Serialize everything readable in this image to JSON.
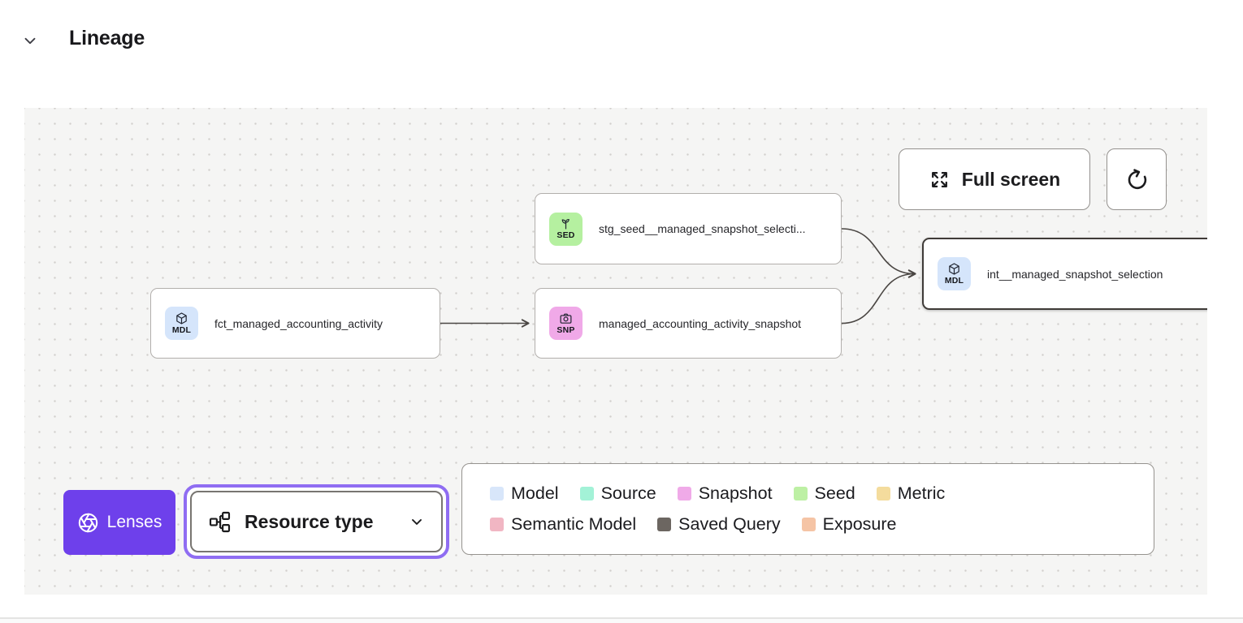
{
  "header": {
    "title": "Lineage"
  },
  "toolbar": {
    "full_screen": "Full screen"
  },
  "nodes": {
    "fct": {
      "badge": "MDL",
      "label": "fct_managed_accounting_activity",
      "color": "#d5e5fb"
    },
    "stg_seed": {
      "badge": "SED",
      "label": "stg_seed__managed_snapshot_selecti...",
      "color": "#b5f0a0"
    },
    "snapshot": {
      "badge": "SNP",
      "label": "managed_accounting_activity_snapshot",
      "color": "#f0a9e8"
    },
    "int": {
      "badge": "MDL",
      "label": "int__managed_snapshot_selection",
      "color": "#d5e5fb"
    }
  },
  "lenses": {
    "label": "Lenses",
    "accent": "#6e40eb"
  },
  "resource_type": {
    "label": "Resource type"
  },
  "legend": {
    "row1": [
      {
        "label": "Model",
        "color": "#d8e6fa"
      },
      {
        "label": "Source",
        "color": "#a3f2d7"
      },
      {
        "label": "Snapshot",
        "color": "#f0aae8"
      },
      {
        "label": "Seed",
        "color": "#bdf0a4"
      },
      {
        "label": "Metric",
        "color": "#f4dc9d"
      }
    ],
    "row2": [
      {
        "label": "Semantic Model",
        "color": "#f1b6c3"
      },
      {
        "label": "Saved Query",
        "color": "#6c6661"
      },
      {
        "label": "Exposure",
        "color": "#f5c4a5"
      }
    ]
  }
}
